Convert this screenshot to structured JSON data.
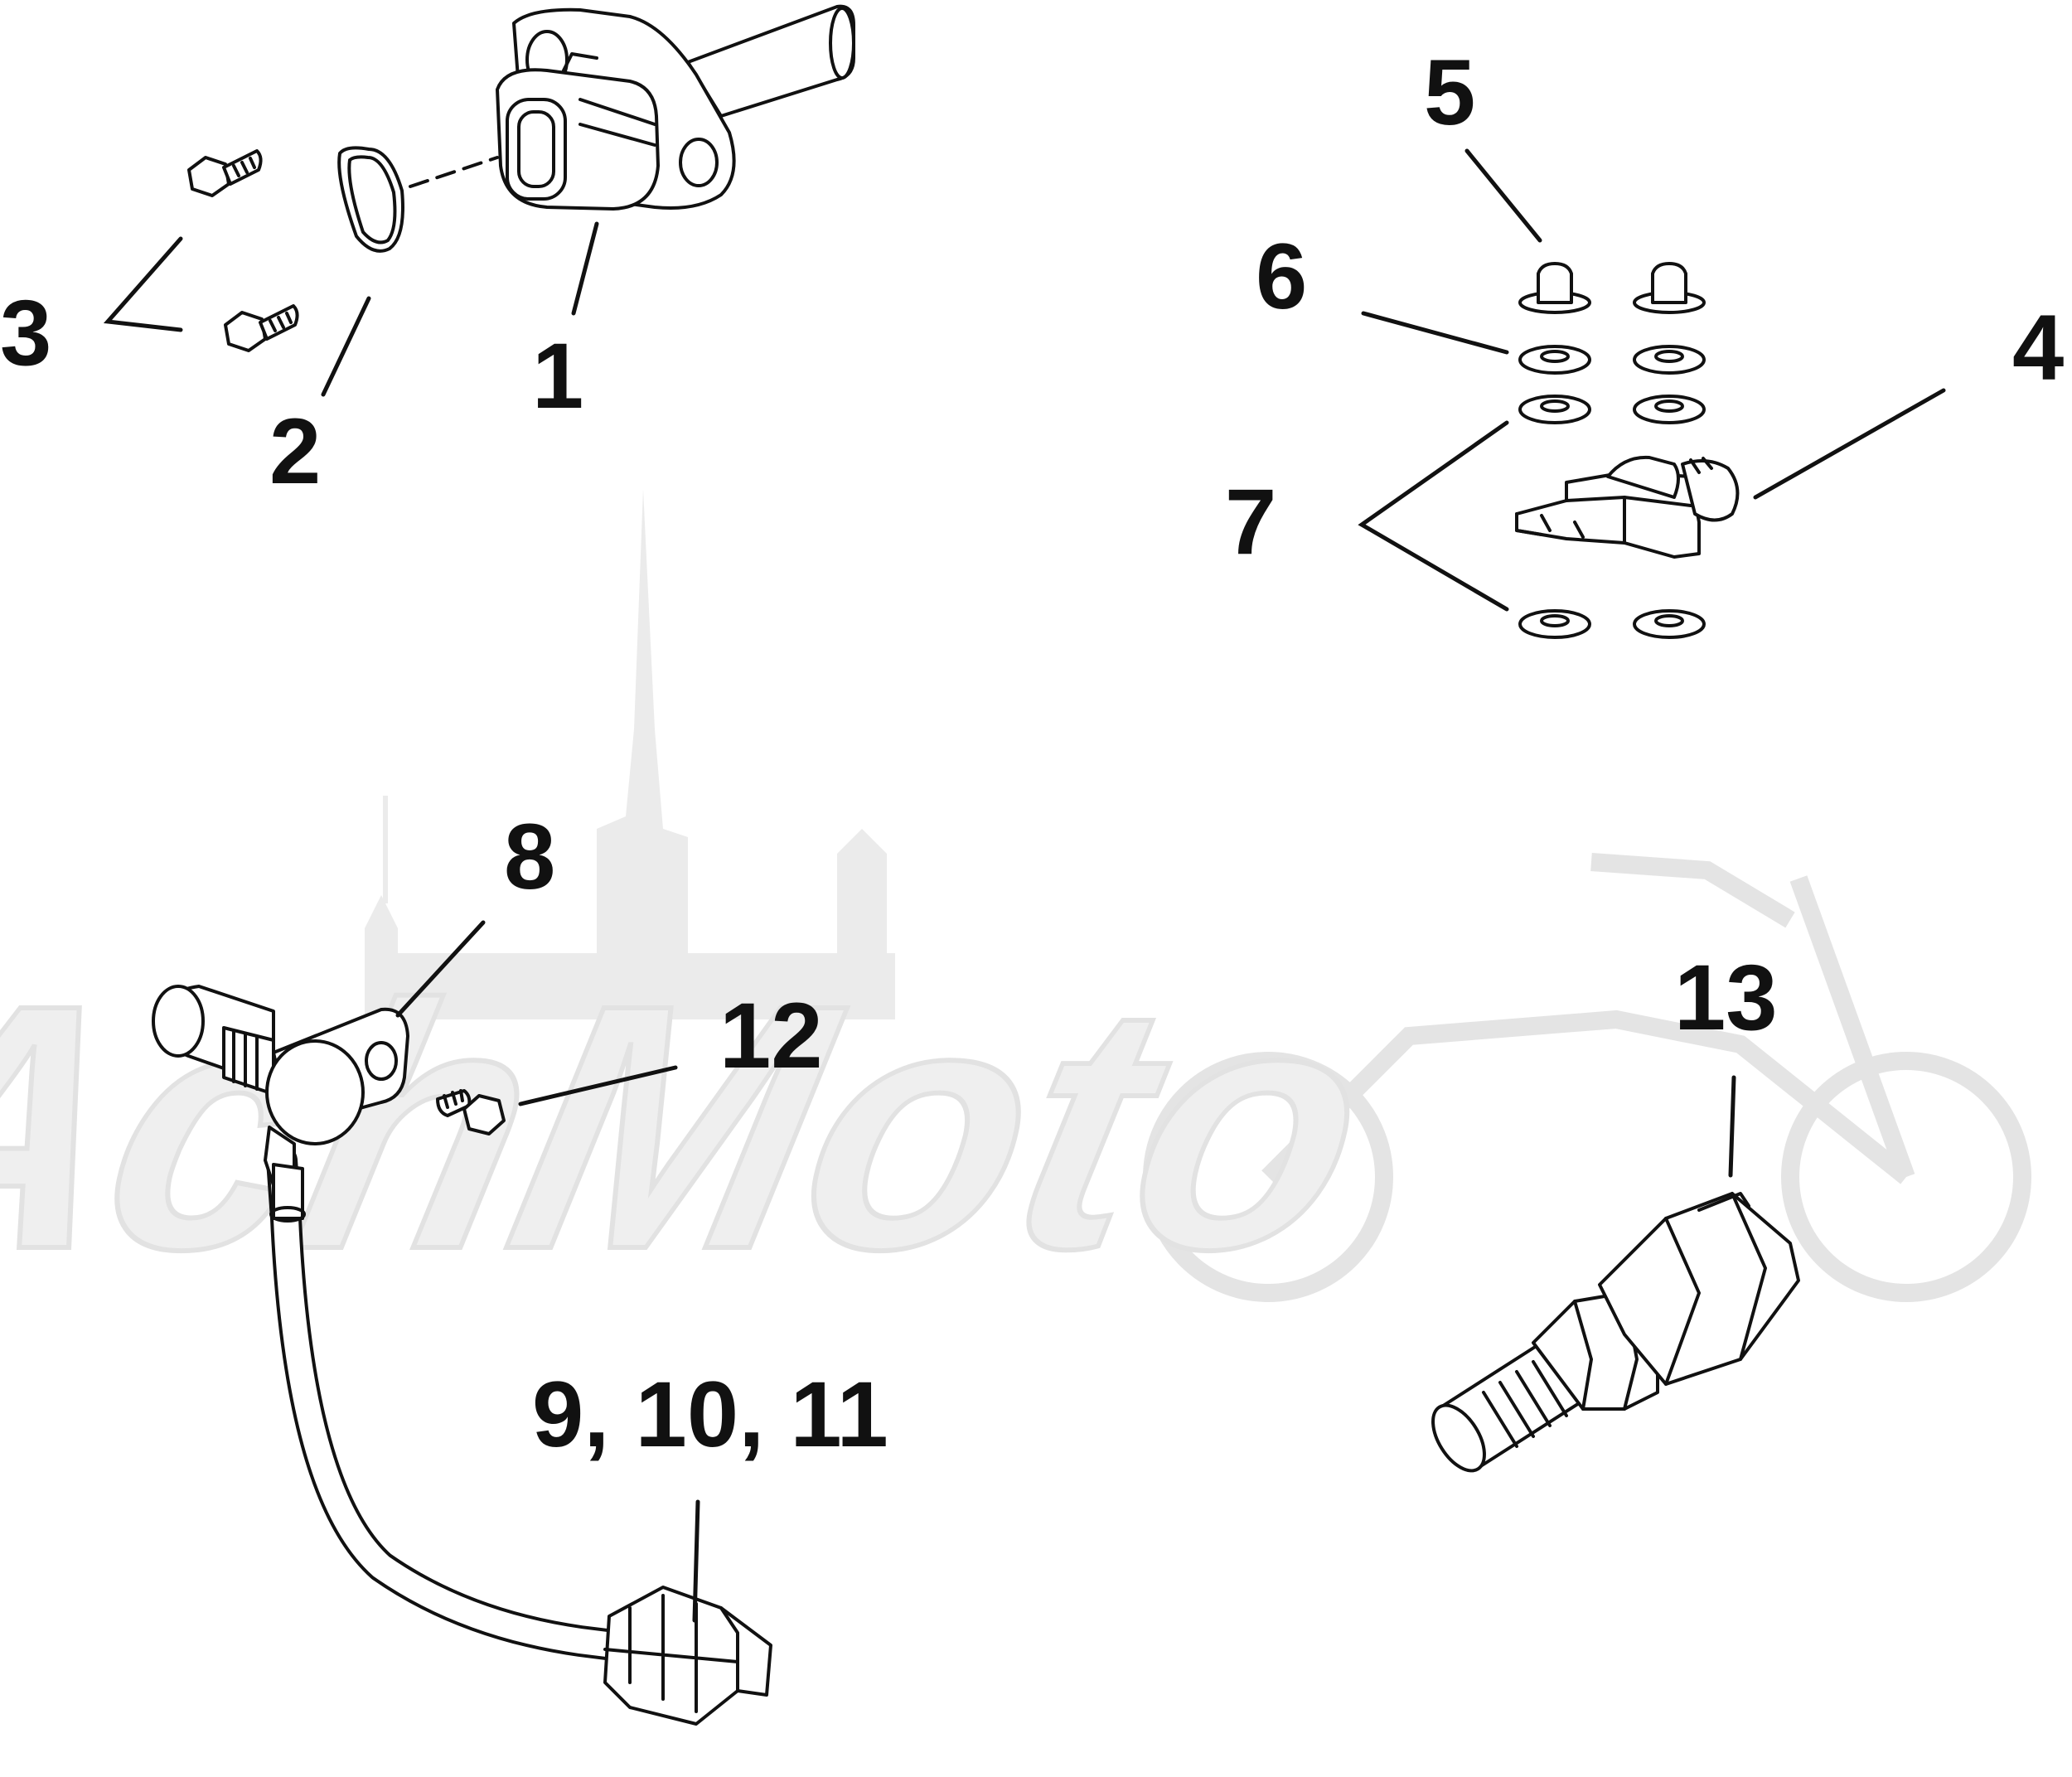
{
  "diagram": {
    "callouts": {
      "c1": "1",
      "c2": "2",
      "c3": "3",
      "c4": "4",
      "c5": "5",
      "c6": "6",
      "c7": "7",
      "c8": "8",
      "c9_10_11": "9, 10, 11",
      "c12": "12",
      "c13": "13"
    },
    "watermark": {
      "text": "AchMoto"
    }
  }
}
